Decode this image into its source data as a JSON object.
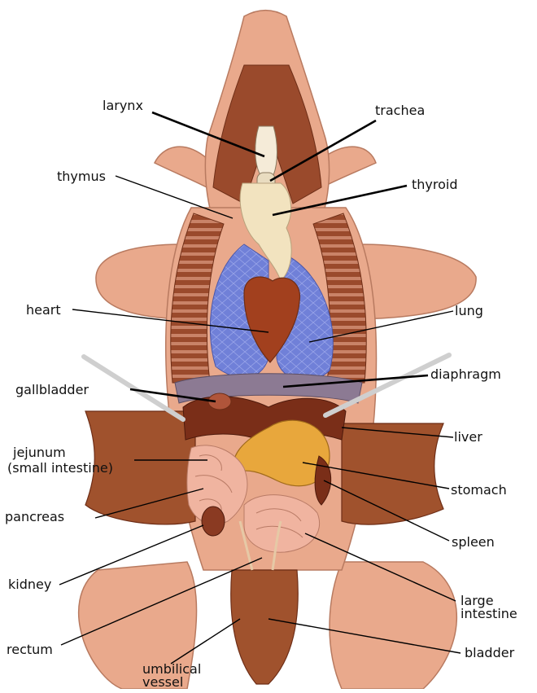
{
  "labels": {
    "larynx": "larynx",
    "trachea": "trachea",
    "thymus": "thymus",
    "thyroid": "thyroid",
    "heart": "heart",
    "lung": "lung",
    "gallbladder": "gallbladder",
    "diaphragm": "diaphragm",
    "jejunum_line1": "jejunum",
    "jejunum_line2": "(small intestine)",
    "liver": "liver",
    "stomach": "stomach",
    "pancreas": "pancreas",
    "spleen": "spleen",
    "kidney": "kidney",
    "large_intestine_line1": "large",
    "large_intestine_line2": "intestine",
    "rectum": "rectum",
    "umbilical_line1": "umbilical",
    "umbilical_line2": "vessel",
    "bladder": "bladder"
  },
  "colors": {
    "skin": "#E9A98C",
    "skin_dark": "#C98368",
    "muscle": "#9A4A2C",
    "muscle_dark": "#6E2E17",
    "lung": "#6F7FD8",
    "lung_light": "#8F9BE6",
    "heart": "#A2401E",
    "thymus": "#F2E3BF",
    "stomach": "#E8A73C",
    "intestine": "#F0B4A0",
    "liver": "#7A2E18",
    "diaphragm": "#8C7A93",
    "instrument": "#D8D8D8"
  }
}
